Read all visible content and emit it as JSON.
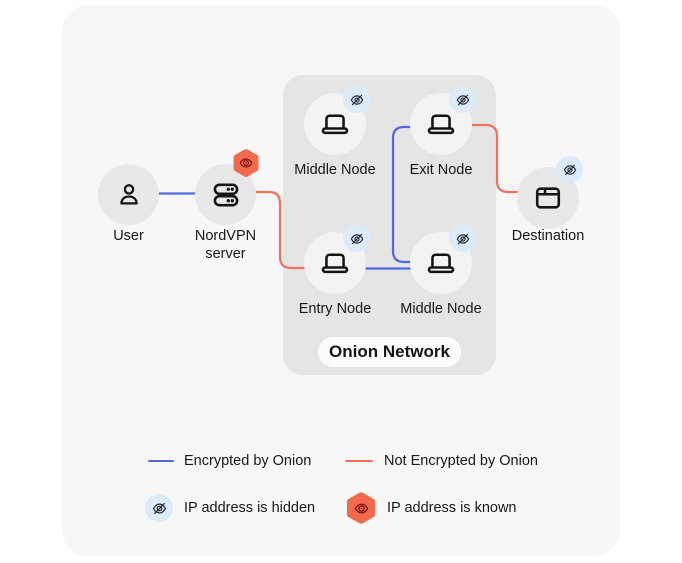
{
  "colors": {
    "encrypted_line": "#5467e0",
    "not_encrypted_line": "#f1705c",
    "ip_known_bg": "#f26a4e",
    "ip_known_icon": "#7c150f",
    "ip_hidden_bg": "#dcebf9",
    "icon_ink": "#17181a"
  },
  "nodes": {
    "user": {
      "label": "User"
    },
    "vpn_server": {
      "label": "NordVPN server"
    },
    "destination": {
      "label": "Destination"
    }
  },
  "onion_network": {
    "title": "Onion Network",
    "middle_node_top": {
      "label": "Middle Node"
    },
    "exit_node": {
      "label": "Exit Node"
    },
    "entry_node": {
      "label": "Entry Node"
    },
    "middle_node_bottom": {
      "label": "Middle Node"
    }
  },
  "legend": {
    "encrypted_label": "Encrypted by Onion",
    "not_encrypted_label": "Not Encrypted by Onion",
    "ip_hidden_label": "IP address is hidden",
    "ip_known_label": "IP address is known"
  }
}
